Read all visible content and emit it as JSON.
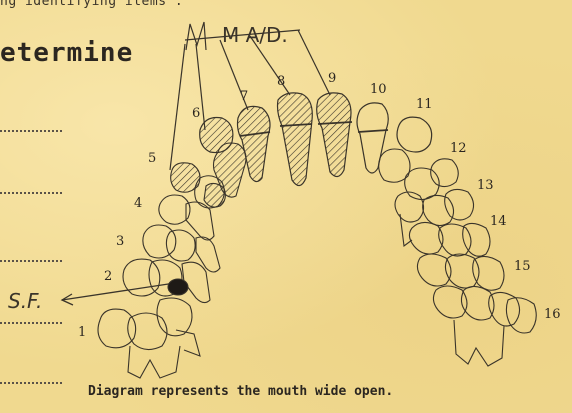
{
  "top_text": "ng identifying items .",
  "heading": "etermine",
  "caption": "Diagram represents the mouth wide open.",
  "annotations": {
    "mad_label": "M A/D.",
    "sf_label": "S.F."
  },
  "tooth_numbers": [
    "1",
    "2",
    "3",
    "4",
    "5",
    "6",
    "7",
    "8",
    "9",
    "10",
    "11",
    "12",
    "13",
    "14",
    "15",
    "16"
  ]
}
